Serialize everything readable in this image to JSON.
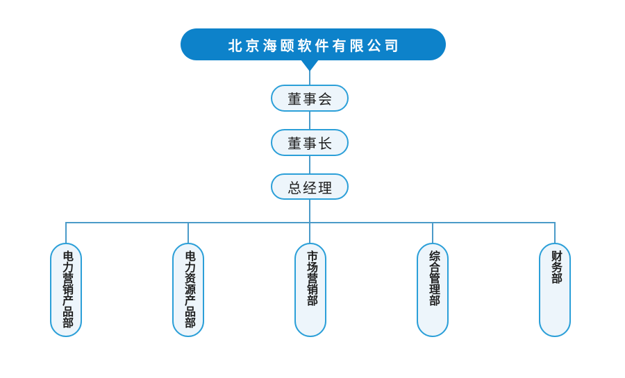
{
  "org_chart": {
    "root": {
      "label": "北京海颐软件有限公司"
    },
    "levels": [
      {
        "label": "董事会"
      },
      {
        "label": "董事长"
      },
      {
        "label": "总经理"
      }
    ],
    "departments": [
      {
        "label": "电力营销产品部"
      },
      {
        "label": "电力资源产品部"
      },
      {
        "label": "市场营销部"
      },
      {
        "label": "综合管理部"
      },
      {
        "label": "财务部"
      }
    ],
    "colors": {
      "root_fill": "#0d82ca",
      "root_text": "#ffffff",
      "node_fill": "#edf5fb",
      "node_border": "#2b9fd8",
      "node_text": "#1d1d1d",
      "line": "#4a9ac8"
    }
  }
}
